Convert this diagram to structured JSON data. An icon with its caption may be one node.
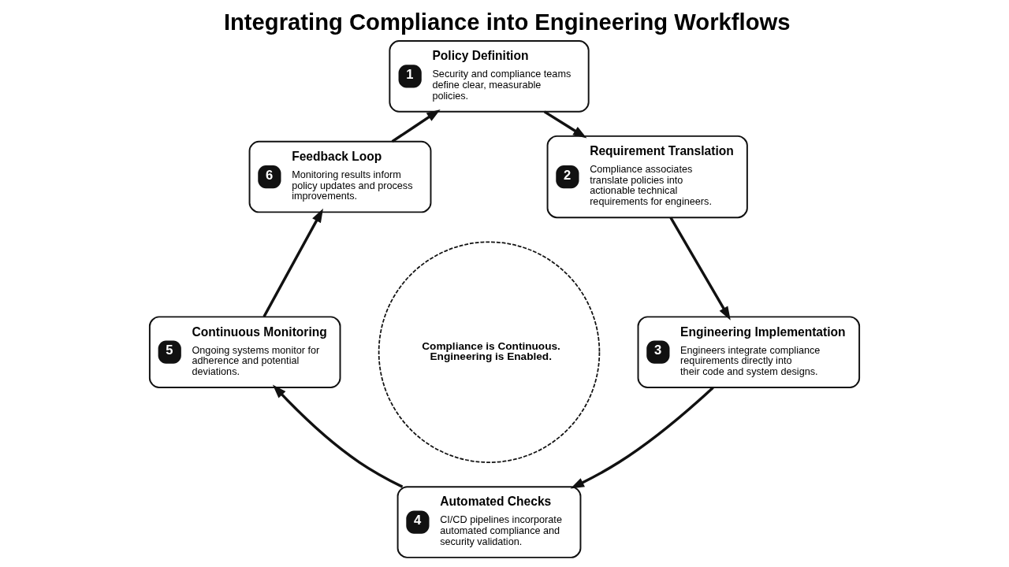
{
  "diagram": {
    "title": "Integrating Compliance into Engineering Workflows",
    "nodes": [
      {
        "text": [
          "1",
          "Policy Definition",
          "Security and compliance teams define clear, measurable policies."
        ]
      },
      {
        "text": [
          "2",
          "Requirement Translation",
          "Compliance associates translate policies into actionable technical requirements for engineers."
        ]
      },
      {
        "text": [
          "3",
          "Engineering Implementation",
          "Engineers integrate compliance requirements directly into their code and system designs."
        ]
      },
      {
        "text": [
          "4",
          "Automated Checks",
          "CI/CD pipelines incorporate automated compliance and security validation."
        ]
      },
      {
        "text": [
          "5",
          "Continuous Monitoring",
          "Ongoing systems monitor for adherence and potential deviations."
        ]
      },
      {
        "text": [
          "6",
          "Feedback Loop",
          "Monitoring results inform policy updates and process improvements."
        ]
      },
      {
        "text": [
          "Compliance is Continuous. Engineering is Enabled."
        ]
      }
    ],
    "edges": [
      {
        "from": 0,
        "to": 1,
        "arrow": "to"
      },
      {
        "from": 1,
        "to": 2,
        "arrow": "to"
      },
      {
        "from": 2,
        "to": 3,
        "arrow": "to"
      },
      {
        "from": 3,
        "to": 4,
        "arrow": "to"
      },
      {
        "from": 4,
        "to": 5,
        "arrow": "to"
      },
      {
        "from": 5,
        "to": 0,
        "arrow": "to"
      }
    ]
  }
}
